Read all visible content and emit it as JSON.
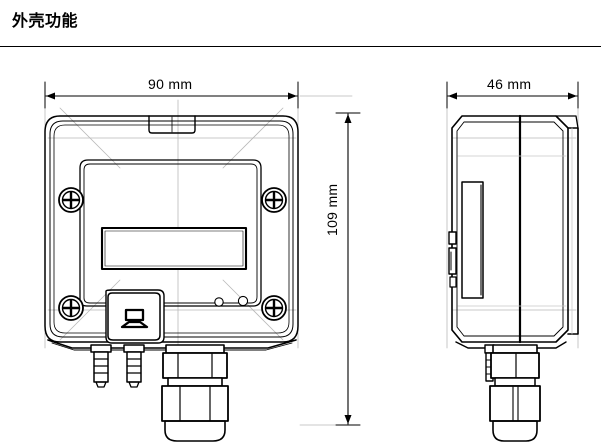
{
  "header": {
    "title": "外壳功能",
    "rule_color": "#000000"
  },
  "drawing": {
    "line_color": "#000000",
    "construction_line_color": "#b8b8b8",
    "background": "#ffffff",
    "views": [
      {
        "name": "front-view",
        "label": "front view of housing"
      },
      {
        "name": "side-view",
        "label": "side view of housing"
      }
    ]
  },
  "dimensions": {
    "width": {
      "value": "90 mm",
      "orientation": "horizontal",
      "view": "front-view"
    },
    "height": {
      "value": "109 mm",
      "orientation": "vertical",
      "view": "front-view"
    },
    "depth": {
      "value": "46 mm",
      "orientation": "horizontal",
      "view": "side-view"
    }
  },
  "front_view_parts": {
    "top_latch": "top-latch-tab",
    "screws": [
      "screw-top-left",
      "screw-top-right",
      "screw-bottom-left",
      "screw-bottom-right"
    ],
    "display": "lcd-display",
    "button": "keypad-button",
    "leds": [
      "led-indicator-left",
      "led-indicator-right"
    ],
    "bottom_ports": [
      "hose-nipple-left",
      "hose-nipple-right",
      "cable-gland"
    ]
  },
  "side_view_parts": {
    "recess": "side-recess-panel",
    "back_plate": "back-mounting-plate",
    "vent": "side-vent-detail",
    "bottom_ports": [
      "side-hose-nipple",
      "side-cable-gland"
    ]
  }
}
